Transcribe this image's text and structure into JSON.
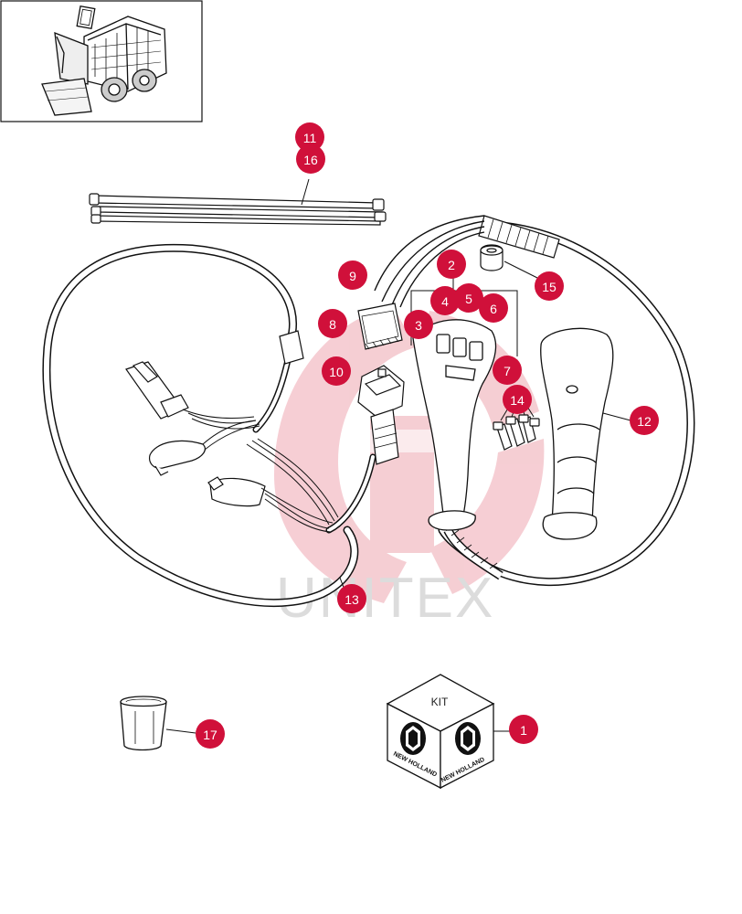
{
  "colors": {
    "callout_fill": "#d0103a",
    "callout_text": "#ffffff",
    "line": "#111111",
    "watermark": "#f2c2c8",
    "watermark_text": "#d8d8d8"
  },
  "watermark": {
    "text": "UNITEX"
  },
  "kit_box": {
    "label": "KIT",
    "brand": "NEW HOLLAND"
  },
  "callouts": {
    "c1": "1",
    "c2": "2",
    "c3": "3",
    "c4": "4",
    "c5": "5",
    "c6": "6",
    "c7": "7",
    "c8": "8",
    "c9": "9",
    "c10": "10",
    "c11": "11",
    "c12": "12",
    "c13": "13",
    "c14": "14",
    "c15": "15",
    "c16": "16",
    "c17": "17"
  }
}
